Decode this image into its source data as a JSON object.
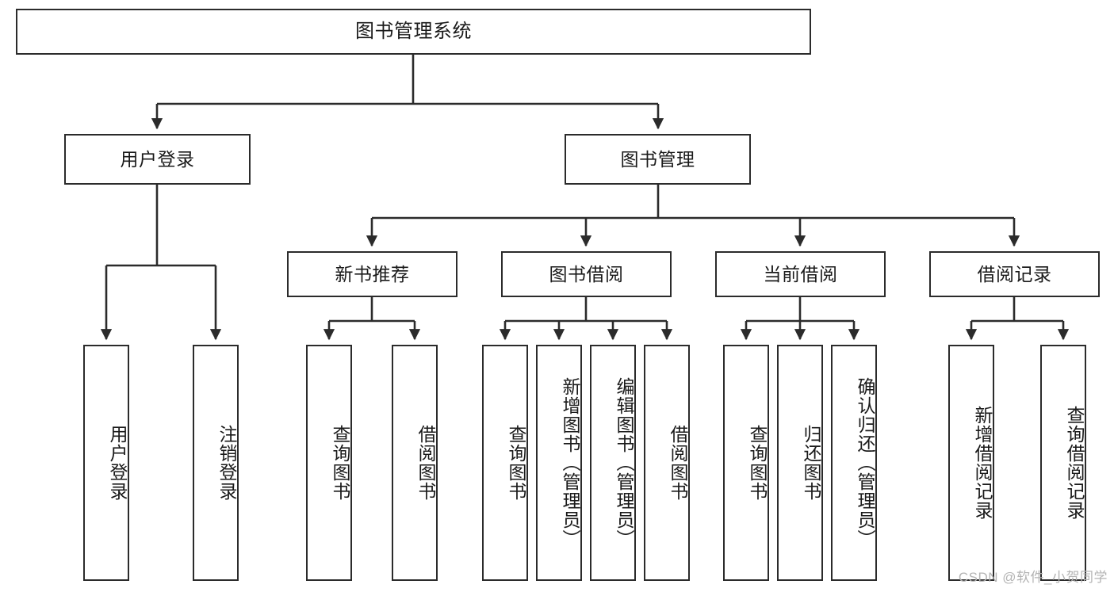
{
  "diagram": {
    "title": "图书管理系统",
    "watermark": "CSDN @软件_小贺同学",
    "line_color": "#2b2b2b",
    "box_fill": "#ffffff",
    "text_color": "#1a1a1a",
    "watermark_color": "#b4b4b4",
    "root": {
      "label": "图书管理系统"
    },
    "level1": [
      {
        "label": "用户登录"
      },
      {
        "label": "图书管理"
      }
    ],
    "level2": [
      {
        "label": "新书推荐"
      },
      {
        "label": "图书借阅"
      },
      {
        "label": "当前借阅"
      },
      {
        "label": "借阅记录"
      }
    ],
    "leaves": {
      "user_login": [
        {
          "label": "用户登录"
        },
        {
          "label": "注销登录"
        }
      ],
      "new_book_recommend": [
        {
          "label": "查询图书"
        },
        {
          "label": "借阅图书"
        }
      ],
      "book_borrow": [
        {
          "label": "查询图书"
        },
        {
          "label": "新增图书（管理员）"
        },
        {
          "label": "编辑图书（管理员）"
        },
        {
          "label": "借阅图书"
        }
      ],
      "current_borrow": [
        {
          "label": "查询图书"
        },
        {
          "label": "归还图书"
        },
        {
          "label": "确认归还（管理员）"
        }
      ],
      "borrow_record": [
        {
          "label": "新增借阅记录"
        },
        {
          "label": "查询借阅记录"
        }
      ]
    }
  }
}
